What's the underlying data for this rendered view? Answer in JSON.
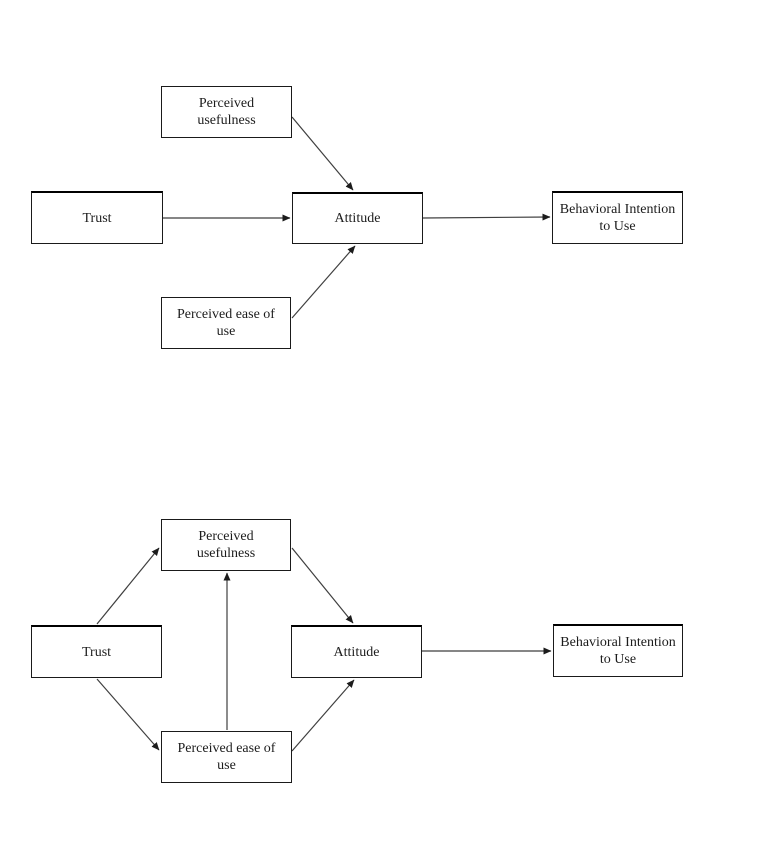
{
  "colors": {
    "background": "#ffffff",
    "box_fill": "#ffffff",
    "box_border": "#1a1a1a",
    "arrow_line": "#3f3f3f",
    "arrow_head": "#1c1c1c",
    "text": "#1c1c1c"
  },
  "diagram_top": {
    "nodes": {
      "perceived_usefulness": {
        "label": "Perceived\nusefulness"
      },
      "trust": {
        "label": "Trust"
      },
      "attitude": {
        "label": "Attitude"
      },
      "behavioral_intention": {
        "label": "Behavioral Intention\nto Use"
      },
      "perceived_ease_of_use": {
        "label": "Perceived ease of\nuse"
      }
    },
    "edges": [
      {
        "from": "perceived_usefulness",
        "to": "attitude"
      },
      {
        "from": "trust",
        "to": "attitude"
      },
      {
        "from": "perceived_ease_of_use",
        "to": "attitude"
      },
      {
        "from": "attitude",
        "to": "behavioral_intention"
      }
    ]
  },
  "diagram_bottom": {
    "nodes": {
      "perceived_usefulness": {
        "label": "Perceived\nusefulness"
      },
      "trust": {
        "label": "Trust"
      },
      "attitude": {
        "label": "Attitude"
      },
      "behavioral_intention": {
        "label": "Behavioral Intention\nto Use"
      },
      "perceived_ease_of_use": {
        "label": "Perceived ease of\nuse"
      }
    },
    "edges": [
      {
        "from": "trust",
        "to": "perceived_usefulness"
      },
      {
        "from": "trust",
        "to": "perceived_ease_of_use"
      },
      {
        "from": "perceived_ease_of_use",
        "to": "perceived_usefulness"
      },
      {
        "from": "perceived_usefulness",
        "to": "attitude"
      },
      {
        "from": "perceived_ease_of_use",
        "to": "attitude"
      },
      {
        "from": "attitude",
        "to": "behavioral_intention"
      }
    ]
  }
}
